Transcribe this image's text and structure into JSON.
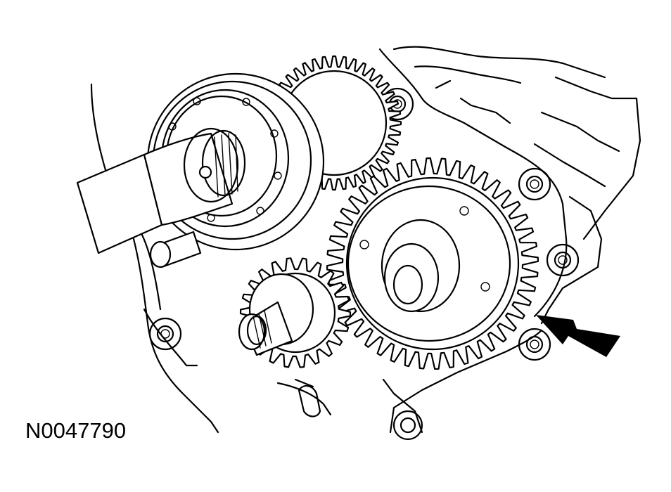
{
  "figure": {
    "code": "N0047790"
  },
  "callout": {
    "color": "#000000"
  },
  "large_gear": {
    "teeth": 44
  },
  "pinion_gear": {
    "teeth": 22
  },
  "upper_gear": {
    "teeth": 40
  }
}
